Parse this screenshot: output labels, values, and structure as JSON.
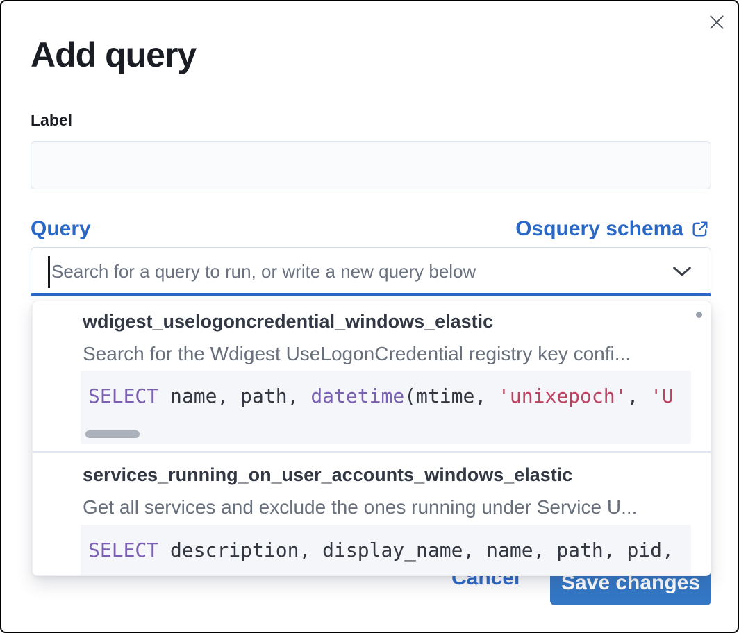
{
  "colors": {
    "primary_blue": "#2b68c5",
    "button_blue": "#3377c5",
    "code_keyword": "#7b5fb2",
    "code_string": "#bd4260",
    "code_text": "#343741"
  },
  "modal": {
    "title": "Add query"
  },
  "form": {
    "label_field": {
      "label": "Label",
      "value": ""
    },
    "query_field": {
      "label": "Query",
      "schema_link_label": "Osquery schema",
      "search_placeholder": "Search for a query to run, or write a new query below"
    }
  },
  "dropdown": {
    "options": [
      {
        "title": "wdigest_uselogoncredential_windows_elastic",
        "description": "Search for the Wdigest UseLogonCredential registry key confi...",
        "code_tokens": [
          {
            "text": "SELECT",
            "type": "keyword"
          },
          {
            "text": " name, path, ",
            "type": "plain"
          },
          {
            "text": "datetime",
            "type": "keyword"
          },
          {
            "text": "(mtime, ",
            "type": "plain"
          },
          {
            "text": "'unixepoch'",
            "type": "string"
          },
          {
            "text": ", ",
            "type": "plain"
          },
          {
            "text": "'U",
            "type": "string"
          }
        ]
      },
      {
        "title": "services_running_on_user_accounts_windows_elastic",
        "description": "Get all services and exclude the ones running under Service U...",
        "code_tokens": [
          {
            "text": "SELECT",
            "type": "keyword"
          },
          {
            "text": " description, display_name, name, path, pid,",
            "type": "plain"
          }
        ]
      }
    ]
  },
  "footer": {
    "cancel_label": "Cancel",
    "save_label": "Save changes"
  }
}
